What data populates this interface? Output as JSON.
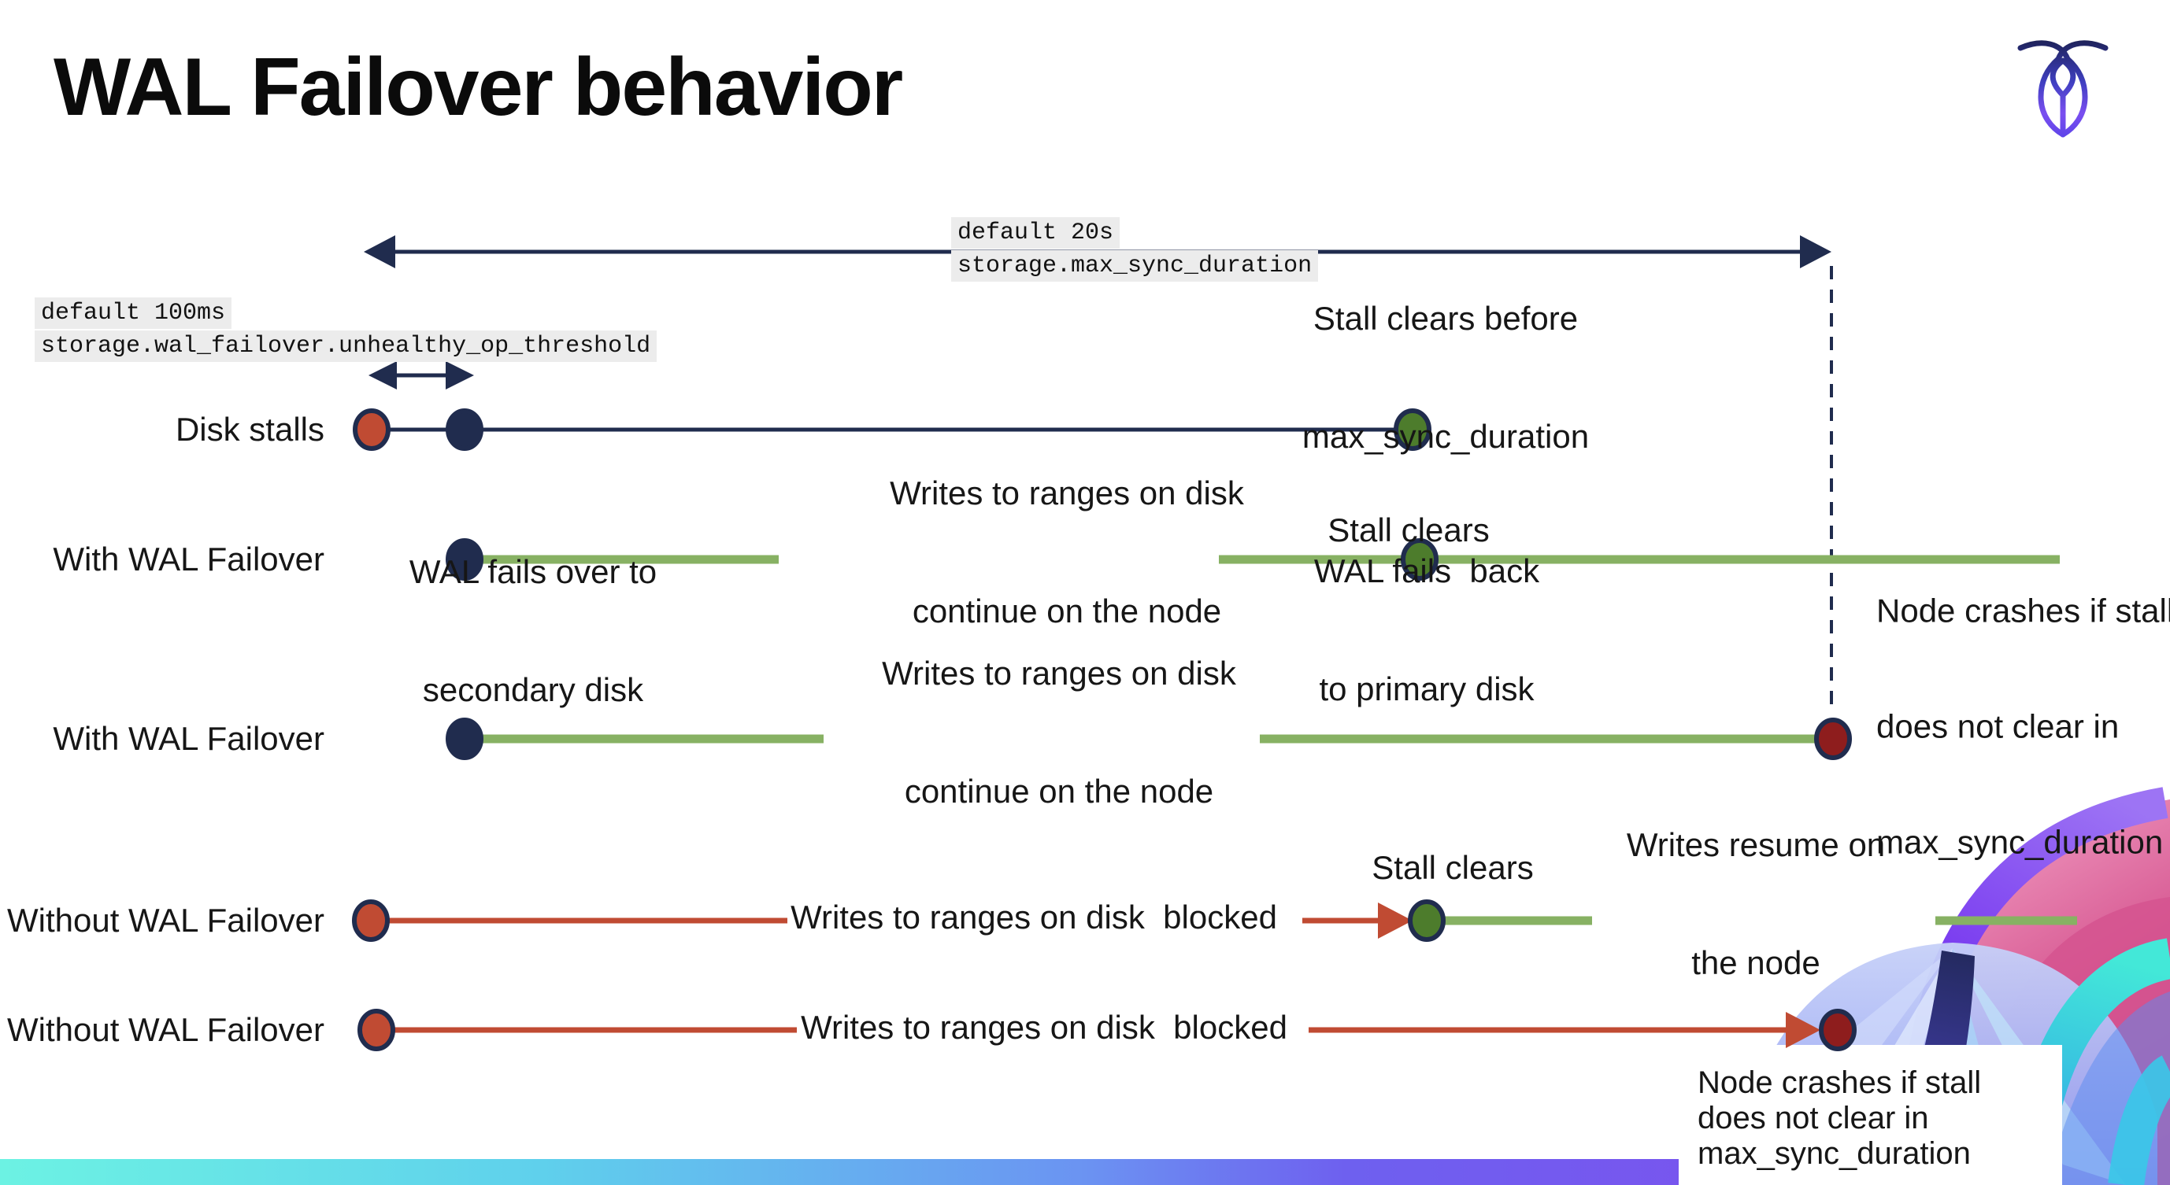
{
  "header": {
    "title": "WAL Failover behavior",
    "logo_icon": "cockroachdb-logo"
  },
  "config_labels": {
    "max_sync_duration": {
      "default_line": "default 20s",
      "setting_line": "storage.max_sync_duration"
    },
    "unhealthy_op_threshold": {
      "default_line": "default 100ms",
      "setting_line": "storage.wal_failover.unhealthy_op_threshold"
    }
  },
  "rows": {
    "disk_stalls": {
      "label": "Disk stalls",
      "stall_clears_note": [
        "Stall clears before",
        "max_sync_duration"
      ]
    },
    "with_wal_failover_recovers": {
      "label": "With WAL Failover",
      "failover_note": [
        "WAL fails over to",
        "secondary disk"
      ],
      "writes_note": [
        "Writes to ranges on disk",
        "continue on the node"
      ],
      "stall_clears": "Stall clears",
      "failback_note": [
        "WAL fails  back",
        "to primary disk"
      ]
    },
    "with_wal_failover_crashes": {
      "label": "With WAL Failover",
      "writes_note": [
        "Writes to ranges on disk",
        "continue on the node"
      ],
      "crash_note": [
        "Node crashes if stall",
        "does not clear in",
        "max_sync_duration"
      ]
    },
    "without_wal_failover_recovers": {
      "label": "Without WAL Failover",
      "blocked_note": "Writes to ranges on disk  blocked",
      "stall_clears": "Stall clears",
      "resume_note": [
        "Writes resume on",
        "the node"
      ]
    },
    "without_wal_failover_crashes": {
      "label": "Without WAL Failover",
      "blocked_note": "Writes to ranges on disk  blocked",
      "crash_note": [
        "Node crashes if stall",
        "does not clear in",
        "max_sync_duration"
      ]
    }
  },
  "colors": {
    "navy": "#202c4e",
    "stall_red": "#c04b33",
    "crash_dark_red": "#8e1d1d",
    "green_line": "#87b163",
    "green_dot": "#4d7c2c",
    "code_background": "#ececec",
    "bottom_bar_gradient": [
      "#6cf2e3",
      "#5fd0ec",
      "#6b93f2",
      "#6e60ef",
      "#8548ee"
    ],
    "decor_pink": "#d5548f",
    "decor_purple": "#7a3cf0",
    "decor_cyan": "#3ad0e0"
  }
}
